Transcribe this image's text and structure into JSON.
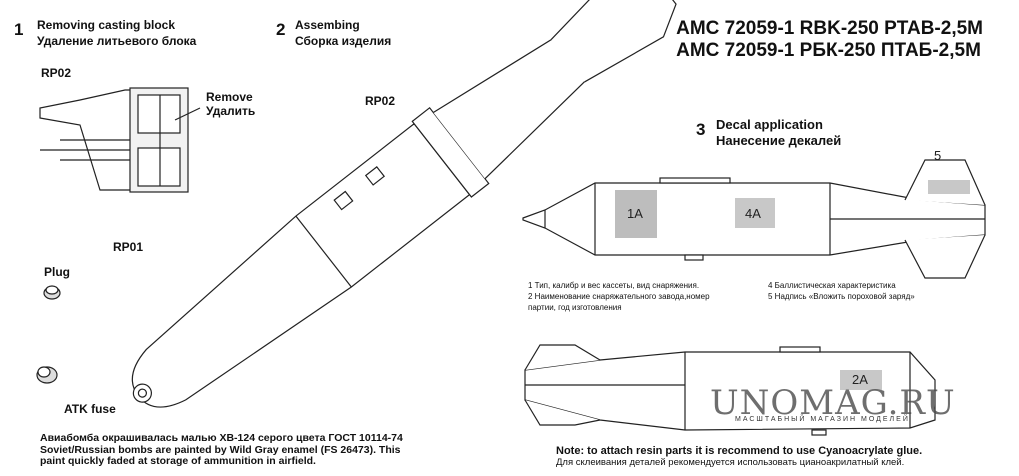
{
  "title": {
    "line1": "AMC 72059-1 RBK-250 PTAB-2,5M",
    "line2": "AMC 72059-1 РБК-250 ПТАБ-2,5М"
  },
  "steps": [
    {
      "num": "1",
      "en": "Removing casting block",
      "ru": "Удаление литьевого блока"
    },
    {
      "num": "2",
      "en": "Assembing",
      "ru": "Сборка изделия"
    },
    {
      "num": "3",
      "en": "Decal application",
      "ru": "Нанесение декалей"
    }
  ],
  "parts": {
    "rp02_a": "RP02",
    "rp02_b": "RP02",
    "rp01": "RP01",
    "remove_en": "Remove",
    "remove_ru": "Удалить",
    "plug": "Plug",
    "atk_fuse": "ATK fuse"
  },
  "decals": {
    "d1a": "1A",
    "d4a": "4A",
    "d5": "5",
    "d2a": "2A"
  },
  "decal_notes": {
    "n1": "1 Тип, калибр и вес кассеты, вид снаряжения.",
    "n2": "2 Наименование снаряжательного завода,номер",
    "n2b": "партии, год изготовления",
    "n4": "4 Баллистическая характеристика",
    "n5": "5 Надпись «Вложить пороховой заряд»"
  },
  "paint_note": {
    "ru": "Авиабомба окрашивалась малью ХВ-124 серого цвета ГОСТ 10114-74",
    "en1": "Soviet/Russian bombs are painted by Wild Gray enamel (FS 26473). This",
    "en2": "paint quickly faded at storage of ammunition in airfield."
  },
  "glue_note": {
    "en": "Note: to attach resin parts it is recommend to use Cyanoacrylate glue.",
    "ru": "Для склеивания деталей рекомендуется использовать цианоакрилатный клей."
  },
  "watermark": {
    "main": "UNOMAG.RU",
    "sub": "МАСШТАБНЫЙ МАГАЗИН МОДЕЛЕЙ"
  },
  "colors": {
    "line": "#222222",
    "decal_fill": "#bdbdbd"
  }
}
